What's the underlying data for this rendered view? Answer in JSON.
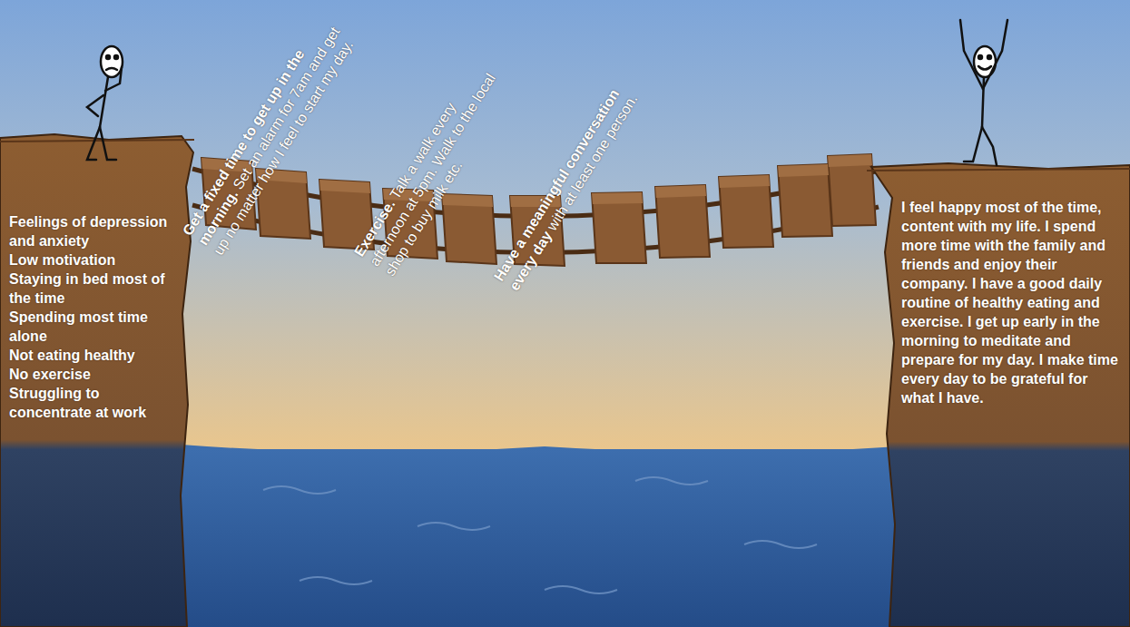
{
  "diagram": {
    "nodes": [
      {
        "text": [
          "Feelings of depression and anxiety",
          "Low motivation",
          "Staying in bed most of the time",
          "Spending most time alone",
          "Not eating healthy",
          "No exercise",
          "Struggling to concentrate at work"
        ]
      },
      {
        "text": [
          "I feel happy most of the time, content with my life. I spend more time with the family and friends and enjoy their company. I have a good daily routine of healthy eating and exercise. I get up early in the morning to meditate and prepare for my day. I make time every day to be grateful for what I have."
        ]
      }
    ],
    "labels": [
      "Get a fixed time to get up in the morning.",
      "Set an alarm for 7am and get up no matter how I feel to start my day.",
      "Exercise.",
      "Talk a walk every afternoon at 5pm. Walk to the local shop to buy milk etc.",
      "Have a meaningful conversation every day",
      "with at least one person."
    ]
  }
}
